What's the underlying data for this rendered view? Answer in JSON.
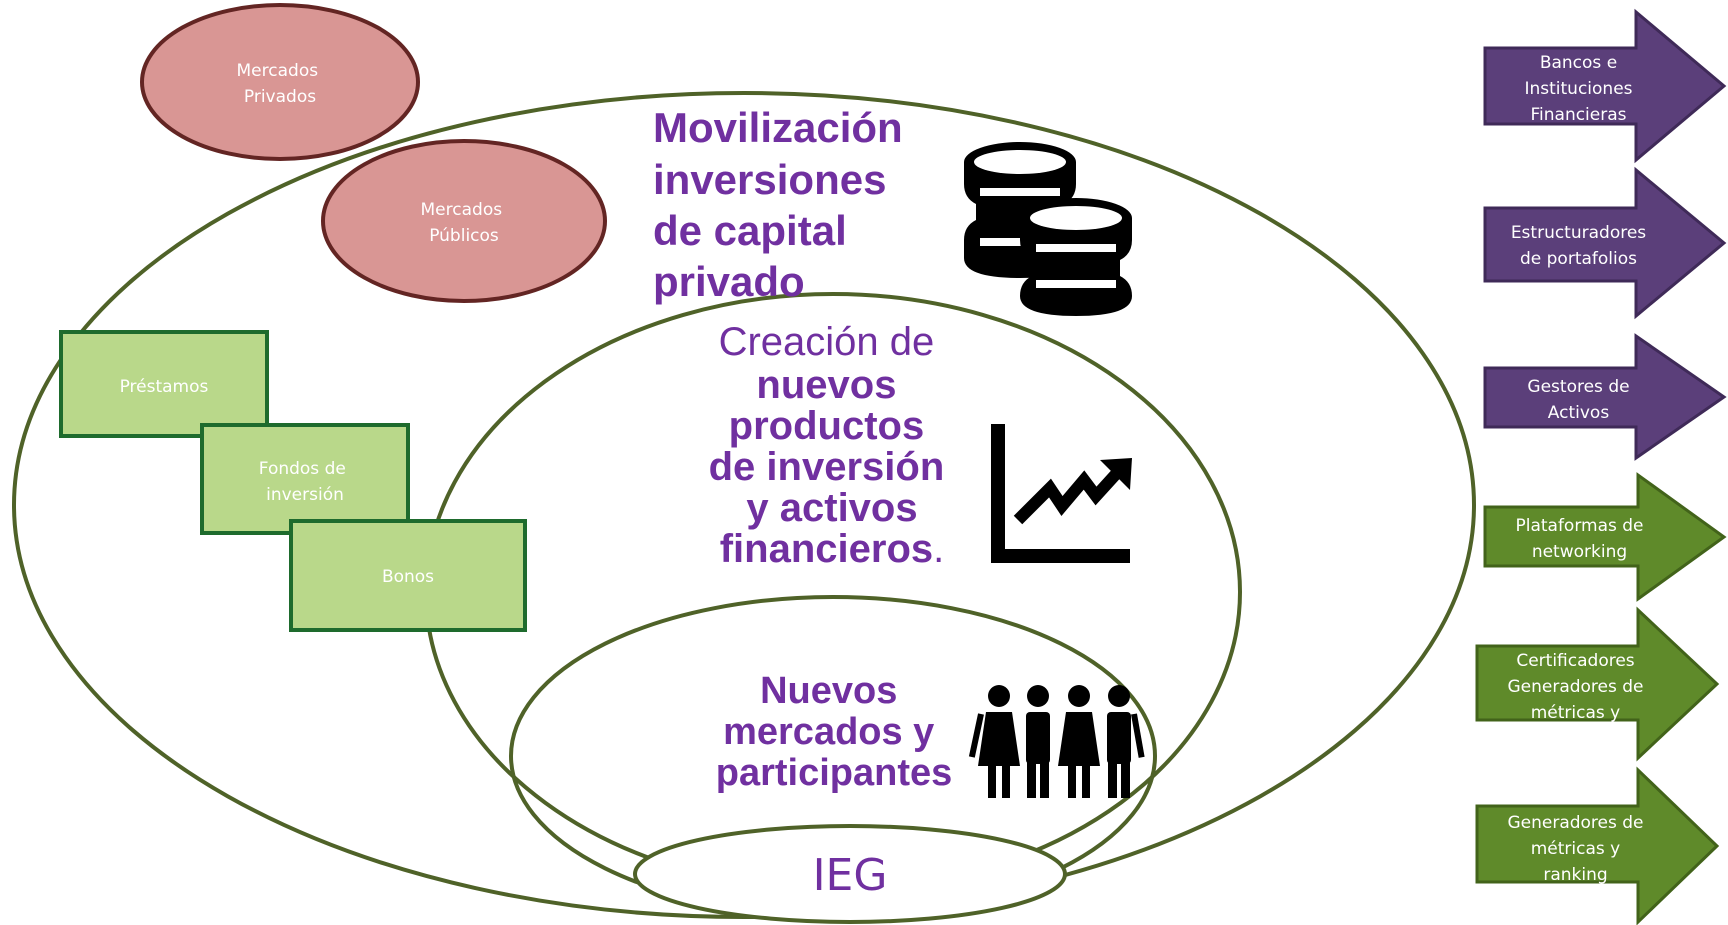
{
  "headings": {
    "movilizacion": [
      "Movilización",
      "inversiones",
      "de capital",
      "privado"
    ],
    "creacion": {
      "line1": "Creación de",
      "lines": [
        "nuevos",
        "productos",
        "de inversión",
        "y activos"
      ],
      "last_bold": "financieros",
      "last_tail": "."
    },
    "nuevos": [
      "Nuevos",
      "mercados y",
      "participantes"
    ],
    "core": "IEG"
  },
  "markets": {
    "privados": [
      "Mercados",
      "Privados"
    ],
    "publicos": [
      "Mercados",
      "Públicos"
    ]
  },
  "instruments": {
    "prestamos": [
      "Préstamos"
    ],
    "fondos": [
      "Fondos de",
      "inversión"
    ],
    "bonos": [
      "Bonos"
    ]
  },
  "actors": [
    {
      "lines": [
        "Bancos e",
        "Instituciones",
        "Financieras"
      ],
      "color": "#5b3f7a"
    },
    {
      "lines": [
        "Estructuradores",
        "de portafolios"
      ],
      "color": "#5b3f7a"
    },
    {
      "lines": [
        "Gestores de",
        "Activos"
      ],
      "color": "#5b3f7a"
    },
    {
      "lines": [
        "Plataformas de",
        "networking"
      ],
      "color": "#5f8a2a"
    },
    {
      "lines": [
        "Certificadores",
        "Generadores de",
        "métricas y"
      ],
      "color": "#5f8a2a"
    },
    {
      "lines": [
        "Generadores de",
        "métricas y",
        "ranking"
      ],
      "color": "#5f8a2a"
    }
  ],
  "icons": [
    "coins-icon",
    "growth-chart-icon",
    "people-icon"
  ],
  "colors": {
    "heading": "#7030a0",
    "ellipse_stroke": "#4f6228",
    "market_fill": "#d99694",
    "market_stroke": "#632523",
    "instrument_fill": "#b9d88a",
    "instrument_stroke": "#1e6b2d"
  }
}
